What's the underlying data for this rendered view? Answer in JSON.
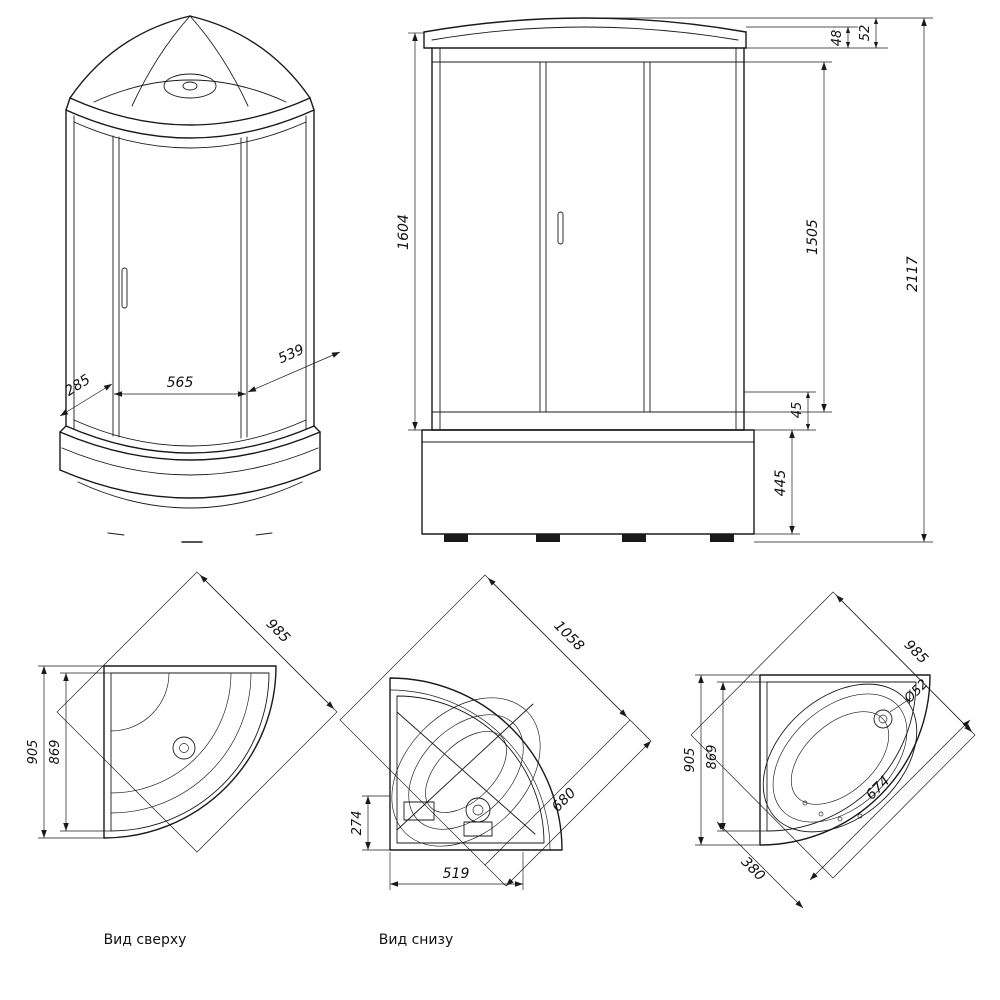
{
  "page": {
    "background": "#ffffff",
    "line_color": "#1a1a1a"
  },
  "views": {
    "perspective": {
      "d565": "565",
      "d285": "285",
      "d539": "539"
    },
    "front": {
      "d1604": "1604",
      "d1505": "1505",
      "d52": "52",
      "d48": "48",
      "d45": "45",
      "d445": "445",
      "d2117": "2117"
    },
    "top": {
      "label": "Вид сверху",
      "d985": "985",
      "d905": "905",
      "d869": "869"
    },
    "bottom": {
      "label": "Вид снизу",
      "d1058": "1058",
      "d274": "274",
      "d519": "519",
      "d680": "680"
    },
    "tray": {
      "d985": "985",
      "d905": "905",
      "d869": "869",
      "d674": "674",
      "d380": "380",
      "dia": "Ø52"
    }
  }
}
